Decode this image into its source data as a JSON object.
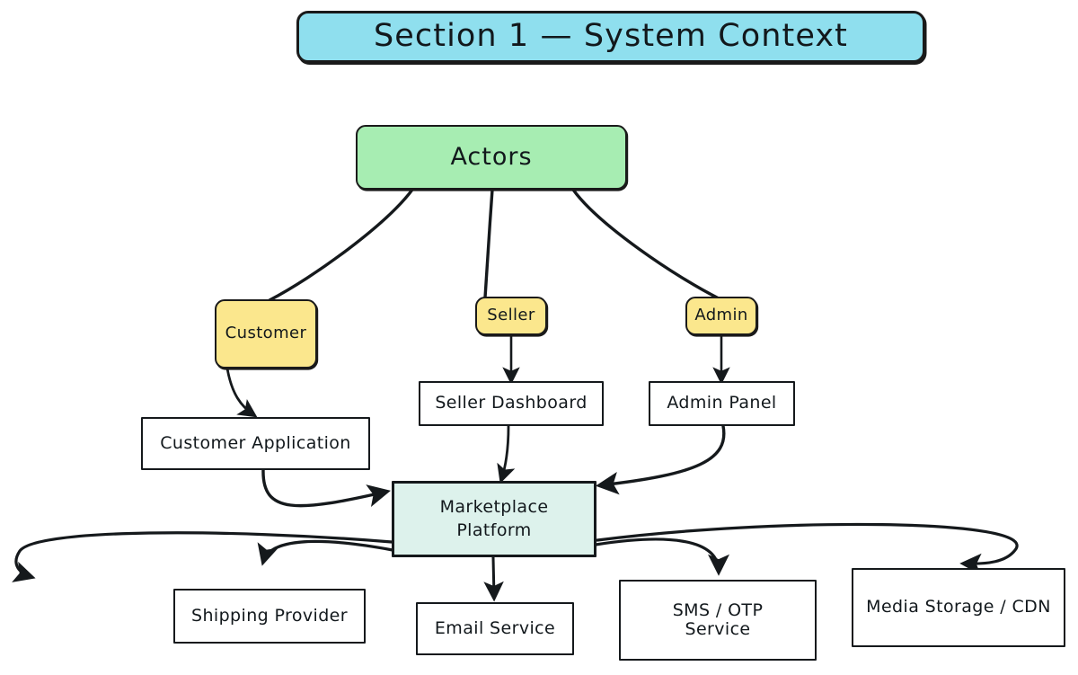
{
  "diagram": {
    "type": "flowchart",
    "title": "Section 1 — System Context",
    "background": "#ffffff",
    "stroke_color": "#1a1a1a",
    "colors": {
      "title_fill": "#8fdfee",
      "group_fill": "#a7edb2",
      "actor_fill": "#fbe78d",
      "platform_fill": "#ddf2ec",
      "plain_fill": "#ffffff",
      "stroke": "#1a1a1a"
    },
    "nodes": {
      "title": {
        "label": "Section 1 — System Context"
      },
      "actors": {
        "label": "Actors"
      },
      "customer": {
        "label": "Customer"
      },
      "seller": {
        "label": "Seller"
      },
      "admin": {
        "label": "Admin"
      },
      "customer_application": {
        "label": "Customer Application"
      },
      "seller_dashboard": {
        "label": "Seller Dashboard"
      },
      "admin_panel": {
        "label": "Admin Panel"
      },
      "marketplace_platform": {
        "line1": "Marketplace",
        "line2": "Platform"
      },
      "shipping_provider": {
        "label": "Shipping Provider"
      },
      "email_service": {
        "label": "Email Service"
      },
      "sms_otp_service": {
        "line1": "SMS / OTP",
        "line2": "Service"
      },
      "media_storage_cdn": {
        "label": "Media Storage / CDN"
      }
    },
    "edges": [
      {
        "from": "Actors",
        "to": "Customer",
        "arrow": false
      },
      {
        "from": "Actors",
        "to": "Seller",
        "arrow": false
      },
      {
        "from": "Actors",
        "to": "Admin",
        "arrow": false
      },
      {
        "from": "Customer",
        "to": "Customer Application",
        "arrow": true
      },
      {
        "from": "Seller",
        "to": "Seller Dashboard",
        "arrow": true
      },
      {
        "from": "Admin",
        "to": "Admin Panel",
        "arrow": true
      },
      {
        "from": "Customer Application",
        "to": "Marketplace Platform",
        "arrow": true
      },
      {
        "from": "Seller Dashboard",
        "to": "Marketplace Platform",
        "arrow": true
      },
      {
        "from": "Admin Panel",
        "to": "Marketplace Platform",
        "arrow": true
      },
      {
        "from": "Marketplace Platform",
        "to": "Shipping Provider",
        "arrow": true
      },
      {
        "from": "Marketplace Platform",
        "to": "Email Service",
        "arrow": true
      },
      {
        "from": "Marketplace Platform",
        "to": "SMS / OTP Service",
        "arrow": true
      },
      {
        "from": "Marketplace Platform",
        "to": "Media Storage / CDN",
        "arrow": true
      },
      {
        "from": "Marketplace Platform",
        "to": "off-canvas-left",
        "arrow": true
      }
    ]
  }
}
